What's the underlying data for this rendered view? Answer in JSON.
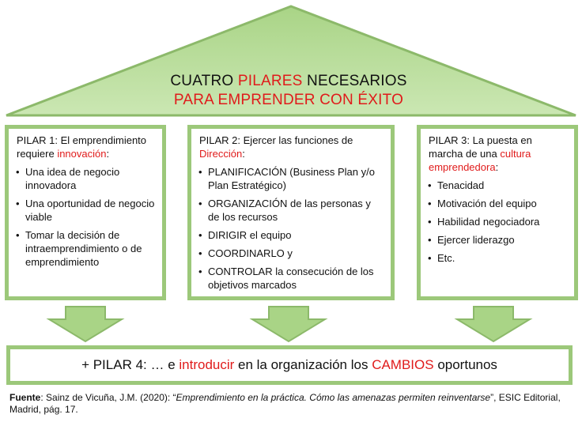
{
  "title": {
    "part1": "CUATRO ",
    "highlight": "PILARES",
    "part2": " NECESARIOS",
    "line2": "PARA EMPRENDER CON ÉXITO"
  },
  "pillars": [
    {
      "head_text": "PILAR 1: El emprendimiento requiere ",
      "head_highlight": "innovación",
      "head_end": ":",
      "items": [
        "Una idea de negocio innovadora",
        "Una oportunidad de negocio viable",
        "Tomar la decisión de intraemprendimiento o de emprendimiento"
      ]
    },
    {
      "head_text": "PILAR 2: Ejercer las funciones de ",
      "head_highlight": "Dirección",
      "head_end": ":",
      "items": [
        "PLANIFICACIÓN (Business Plan y/o Plan Estratégico)",
        "ORGANIZACIÓN de las personas y de los recursos",
        "DIRIGIR el equipo",
        "COORDINARLO y",
        "CONTROLAR la consecución de los objetivos marcados"
      ]
    },
    {
      "head_text": "PILAR 3: La puesta en marcha de una ",
      "head_highlight": "cultura emprendedora",
      "head_end": ":",
      "items": [
        "Tenacidad",
        "Motivación del equipo",
        "Habilidad negociadora",
        "Ejercer liderazgo",
        "Etc."
      ]
    }
  ],
  "pillar4": {
    "part1": "+ PILAR 4: … e ",
    "highlight1": "introducir",
    "part2": " en la organización los ",
    "highlight2": "CAMBIOS",
    "part3": " oportunos"
  },
  "source": {
    "label": "Fuente",
    "text1": ": Sainz de Vicuña, J.M. (2020): “",
    "italic": "Emprendimiento en la práctica. Cómo las amenazas permiten reinventarse",
    "text2": "”, ESIC Editorial, Madrid, pág. 17."
  },
  "colors": {
    "green_fill": "#b7dd96",
    "green_border": "#8cb96a",
    "highlight_red": "#e01b1b"
  }
}
